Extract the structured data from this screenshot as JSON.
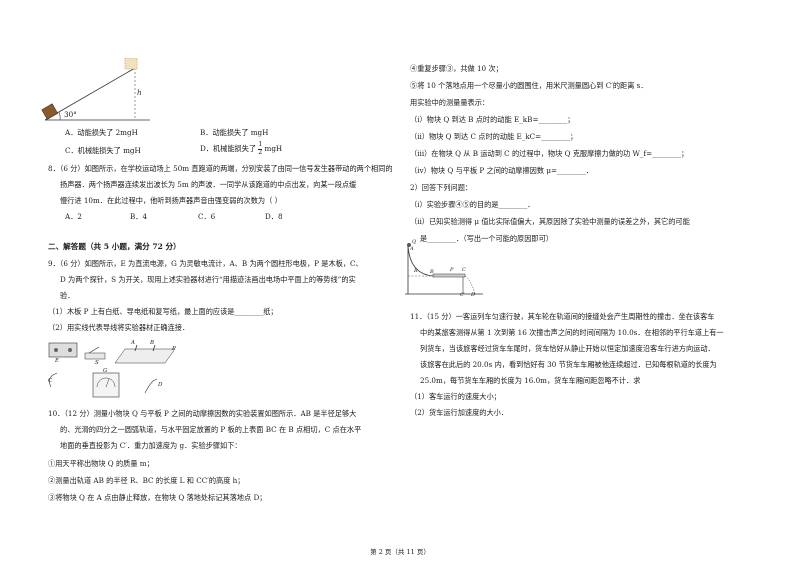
{
  "q7": {
    "angle_label": "30°",
    "height_label": "h",
    "options": [
      "A．动能损失了 2mgH",
      "B．动能损失了 mgH",
      "C．机械能损失了 mgH",
      "D．机械能损失了"
    ],
    "optD_frac_num": "1",
    "optD_frac_den": "2",
    "optD_tail": "mgH"
  },
  "q8": {
    "lines": [
      "8．（6 分）如图所示，在学校运动场上 50m 直跑道的两端，分别安装了由同一信号发生器带动的两个相同的",
      "扬声器．两个扬声器连续发出波长为 5m 的声波．一同学从该跑道的中点出发，向某一段点缓",
      "慢行进 10m．在此过程中，他听到扬声器声音由强变弱的次数为（     ）"
    ],
    "options": [
      "A．2",
      "B．4",
      "C．6",
      "D．8"
    ]
  },
  "section2": {
    "title": "二、解答题（共 5 小题，满分 72 分）"
  },
  "q9": {
    "lines": [
      "9．（6 分）如图所示，E 为直流电源，G 为灵敏电流计，A、B 为两个圆柱形电极，P 是木板，C、",
      "D 为两个探针，S 为开关，现用上述实验器材进行“用描迹法画出电场中平面上的等势线”的实",
      "验．",
      "（1）木板 P 上有白纸、导电纸和复写纸，最上面的应该是________纸；",
      "（2）用实线代表导线将实验器材正确连接．"
    ],
    "fig_labels": [
      "E",
      "S",
      "G",
      "A",
      "B",
      "C",
      "D",
      "P"
    ]
  },
  "q10": {
    "lines": [
      "10．（12 分）测量小物块 Q 与平板 P 之间的动摩擦因数的实验装置如图所示．AB 是半径足够大",
      "的、光滑的四分之一圆弧轨道，与水平固定放置的 P 板的上表面 BC 在 B 点相切，C 点在水平",
      "地面的垂直投影为 C′．重力加速度为 g．实验步骤如下：",
      "①用天平称出物块 Q 的质量 m；",
      "②测量出轨道 AB 的半径 R、BC 的长度 L 和 CC′的高度 h；",
      "③将物块 Q 在 A 点由静止释放，在物块 Q 落地处标记其落地点 D；"
    ],
    "right_lines": [
      "④重复步骤③，共做 10 次；",
      "⑤将 10 个落地点用一个尽量小的圆围住，用米尺测量圆心到 C′的距离 s．",
      "用实验中的测量量表示：",
      "（ⅰ）物块 Q 到达 B 点时的动能 E_kB=________；",
      "（ⅱ）物块 Q 到达 C 点时的动能 E_kC=________；",
      "（ⅲ）在物块 Q 从 B 运动到 C 的过程中，物块 Q 克服摩擦力做的功 W_f=________；",
      "（ⅳ）物块 Q 与平板 P 之间的动摩擦因数 μ=________．",
      "2）回答下列问题：",
      "（ⅰ）实验步骤④⑤的目的是________．",
      "（ⅱ）已知实验测得 μ 值比实际值偏大，其原因除了实验中测量的误差之外，其它的可能",
      "是________．（写出一个可能的原因即可）"
    ],
    "fig_labels": [
      "Q",
      "A",
      "R",
      "B",
      "P",
      "C",
      "C′",
      "D"
    ]
  },
  "q11": {
    "lines": [
      "11．（15 分）一客运列车匀速行驶，其车轮在轨道间的接缝处会产生周期性的撞击．坐在该客车",
      "中的某旅客测得从第 1 次到第 16 次撞击声之间的时间间隔为 10.0s．在相邻的平行车道上有一",
      "列货车，当该旅客经过货车车尾时，货车恰好从静止开始以恒定加速度沿客车行进方向运动．",
      "该旅客在此后的 20.0s 内，看到恰好有 30 节货车车厢被他连续超过．已知每根轨道的长度为",
      "25.0m，每节货车车厢的长度为 16.0m，货车车厢间距忽略不计．求",
      "（1）客车运行的速度大小；",
      "（2）货车运行加速度的大小．"
    ]
  },
  "footer": "第 2 页（共 11 页）"
}
